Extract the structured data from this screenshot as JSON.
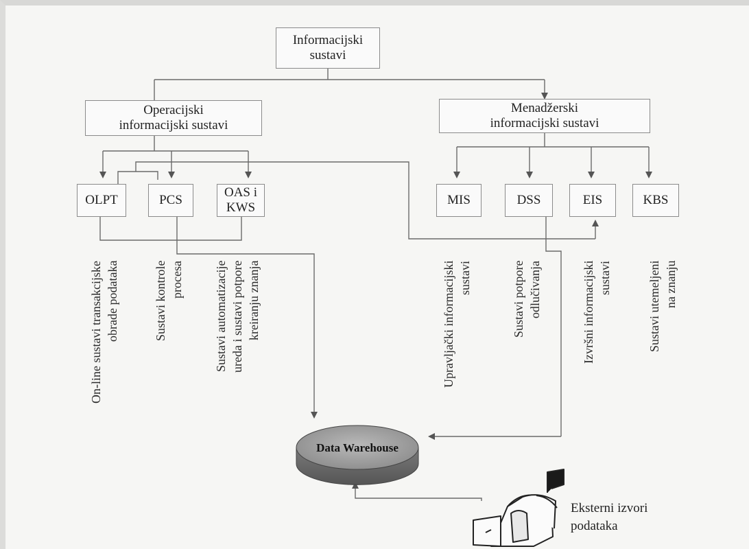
{
  "diagram": {
    "root": {
      "label": "Informacijski\nsustavi"
    },
    "operational": {
      "label": "Operacijski\ninformacijski sustavi",
      "children": [
        {
          "abbr": "OLPT",
          "description": "On-line sustavi transakcijske\nobrade podataka"
        },
        {
          "abbr": "PCS",
          "description": "Sustavi kontrole\nprocesa"
        },
        {
          "abbr": "OAS i\nKWS",
          "description": "Sustavi automatizacije\nureda i sustavi potpore\nkreiranju znanja"
        }
      ]
    },
    "managerial": {
      "label": "Menadžerski\ninformacijski sustavi",
      "children": [
        {
          "abbr": "MIS",
          "description": "Upravljački informacijski\nsustavi"
        },
        {
          "abbr": "DSS",
          "description": "Sustavi potpore\nodlučivanja"
        },
        {
          "abbr": "EIS",
          "description": "Izvršni informacijski\nsustavi"
        },
        {
          "abbr": "KBS",
          "description": "Sustavi utemeljeni\nna znanju"
        }
      ]
    },
    "data_warehouse": {
      "label": "Data Warehouse"
    },
    "external_sources": {
      "label": "Eksterni izvori\npodataka",
      "icon": "mailbox-icon"
    }
  },
  "colors": {
    "line": "#6a6a6a",
    "box_border": "#8a8a8a",
    "warehouse": "#8e8e8e"
  }
}
